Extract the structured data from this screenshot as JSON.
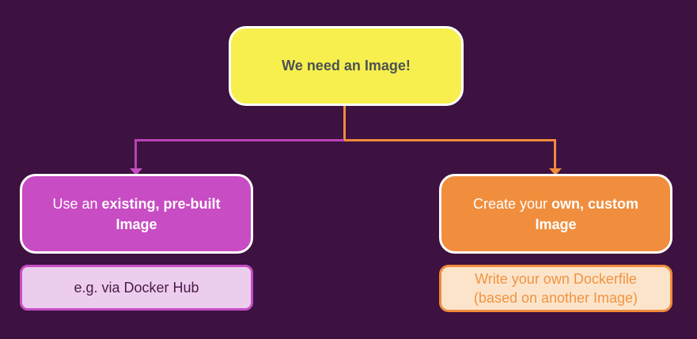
{
  "page": {
    "background_color": "#3D1140"
  },
  "diagram": {
    "type": "flowchart",
    "root": {
      "text": "We need an Image!",
      "fill_color": "#F6EF4E",
      "border_color": "#FFFFFF",
      "text_color": "#4C5254"
    },
    "branch_left": {
      "text_regular": "Use an ",
      "text_bold": "existing, pre-built Image",
      "fill_color": "#C84CC3",
      "border_color": "#FFFFFF",
      "text_color": "#FFFFFF"
    },
    "branch_right": {
      "text_regular": "Create your ",
      "text_bold": "own, custom Image",
      "fill_color": "#F08E3E",
      "border_color": "#FFFFFF",
      "text_color": "#FFFFFF"
    },
    "note_left": {
      "text": "e.g. via Docker Hub",
      "fill_color": "#EDCDEE",
      "border_color": "#C44EC4",
      "text_color": "#4A1B4A"
    },
    "note_right": {
      "line1": "Write your own Dockerfile",
      "line2": "(based on another Image)",
      "fill_color": "#FCE4CB",
      "border_color": "#F08B3C",
      "text_color": "#F0943F"
    },
    "connectors": {
      "stem_color": "#EE8B3D",
      "left_arrow_color": "#B843B5",
      "right_arrow_color": "#EE8B3D"
    }
  }
}
